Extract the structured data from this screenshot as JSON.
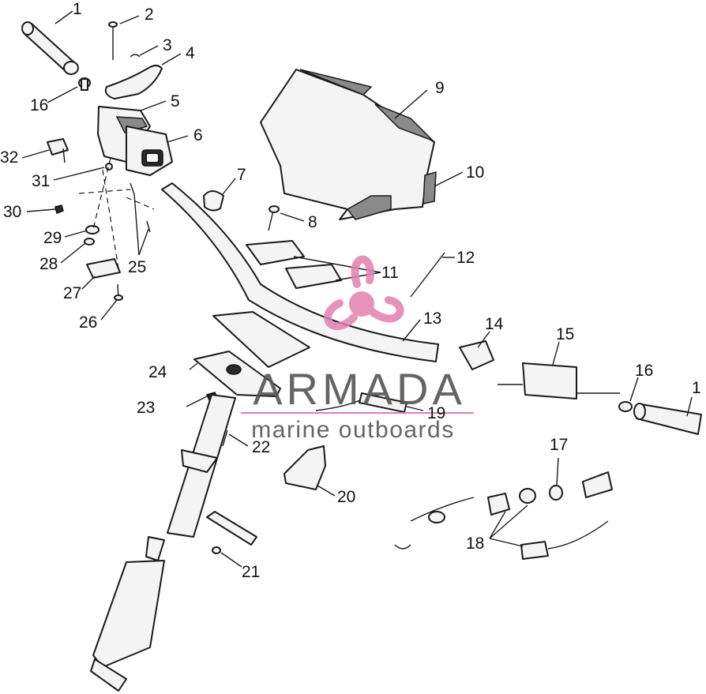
{
  "callouts": [
    "1",
    "2",
    "3",
    "4",
    "16",
    "5",
    "6",
    "32",
    "31",
    "30",
    "29",
    "28",
    "25",
    "27",
    "26",
    "7",
    "8",
    "9",
    "10",
    "11",
    "12",
    "13",
    "14",
    "15",
    "16",
    "1",
    "24",
    "23",
    "22",
    "19",
    "20",
    "21",
    "17",
    "18"
  ],
  "watermark": {
    "brand": "ARMADA",
    "tagline": "marine outboards",
    "accent_color": "#e27fb0"
  },
  "icons": [
    "propeller-logo-icon"
  ]
}
